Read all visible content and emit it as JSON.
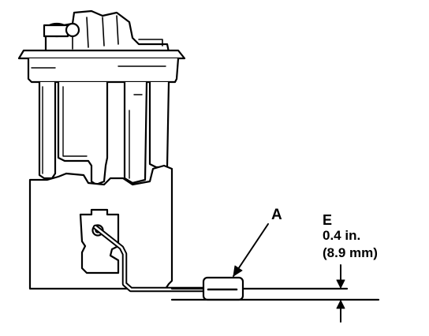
{
  "labels": {
    "callout_a": "A",
    "dimension_letter": "E",
    "dimension_inches": "0.4 in.",
    "dimension_mm": "(8.9 mm)"
  },
  "colors": {
    "ink": "#000000",
    "paper": "#ffffff"
  }
}
